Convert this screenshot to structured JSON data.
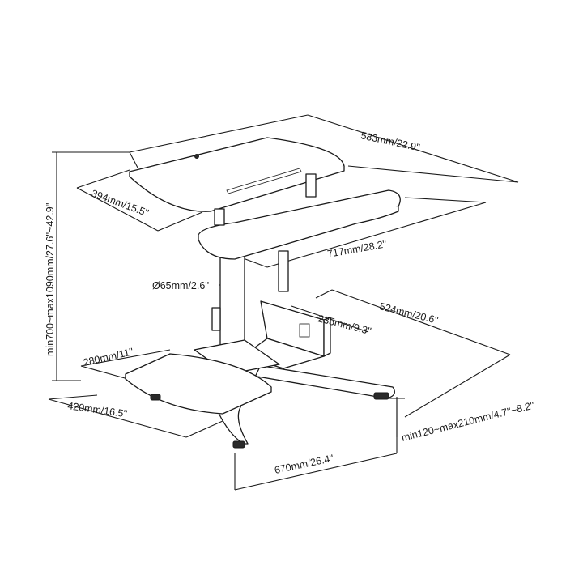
{
  "dimensions": {
    "width_top": "583mm/22.9''",
    "depth_top": "394mm/15.5''",
    "keyboard_width": "717mm/28.2''",
    "pole_diameter": "Ø65mm/2.6''",
    "bracket_depth": "235mm/9.3''",
    "base_depth": "524mm/20.6''",
    "clamp_range": "min120~max210mm/4.7''~8.2''",
    "foot_width": "670mm/26.4''",
    "lower_tray_depth": "280mm/11''",
    "lower_tray_width": "420mm/16.5''",
    "height_range": "min700~max1090mm/27.6''~42.9''"
  }
}
